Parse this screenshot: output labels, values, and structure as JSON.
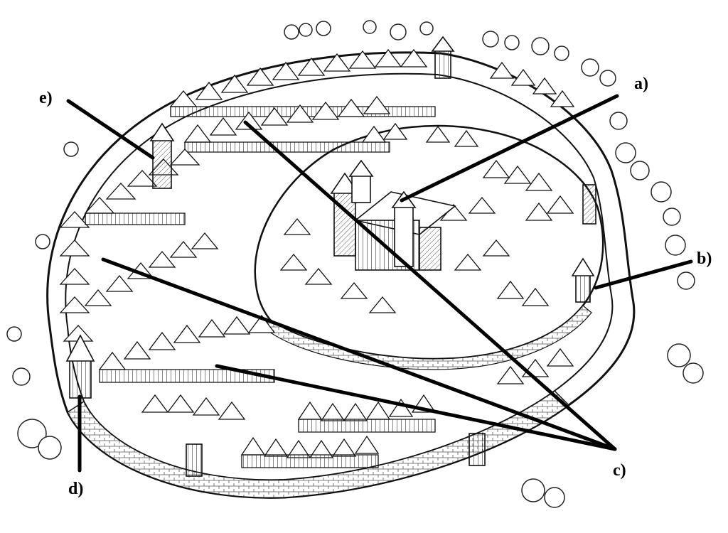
{
  "figure": {
    "callouts": [
      {
        "id": "a",
        "label": "a)"
      },
      {
        "id": "b",
        "label": "b)"
      },
      {
        "id": "c",
        "label": "c)"
      },
      {
        "id": "d",
        "label": "d)"
      },
      {
        "id": "e",
        "label": "e)"
      }
    ],
    "colors": {
      "ink": "#000000",
      "paper": "#ffffff",
      "roof": "#f2f2f2",
      "hatch": "#444444"
    }
  }
}
